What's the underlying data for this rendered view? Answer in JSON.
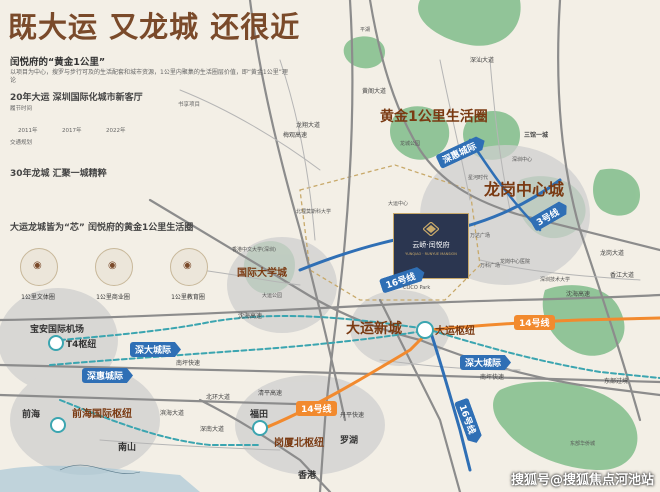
{
  "headline": "既大运 又龙城 还很近",
  "subtitle": "闰悦府的“黄金1公里”",
  "intro": "以项目为中心，搜罗与步行可及的生活配套和城市资源，1公里内聚集的生活圈层价值，即“黄金1公里”理论",
  "section_20yr": {
    "title": "20年大运 深圳国际化城市新客厅",
    "label_timeline": "履节时间",
    "years": [
      "2011年",
      "2017年",
      "2022年"
    ],
    "label_schools": "书享项目",
    "label_traffic": "交通规划"
  },
  "section_30yr": {
    "title": "30年龙城 汇聚一城精粹"
  },
  "section_core": {
    "title": "大运龙城皆为“芯” 闰悦府的黄金1公里生活圈",
    "circles": [
      "1公里文体圈",
      "1公里商业圈",
      "1公里教育圈"
    ]
  },
  "map_labels": {
    "gold_zone": "黄金1公里生活圈",
    "longgang_center": "龙岗中心城",
    "university_town": "国际大学城",
    "dayun_new_city": "大运新城",
    "dayun_hub": "大运枢纽",
    "baoan_airport": "宝安国际机场",
    "t4_hub": "T4枢纽",
    "qianhai": "前海",
    "qianhai_hub": "前海国际枢纽",
    "nanshan": "南山",
    "futian": "福田",
    "gangxia_hub": "岗厦北枢纽",
    "luohu": "罗湖",
    "hongkong": "香港",
    "sanlian": "三馆一城",
    "shenhui_road": "深惠城际",
    "project_name": "云峤·闰悦府",
    "project_sub": "YUNQIAO · RUNYUE MANSION"
  },
  "line_tags": {
    "line16": "16号线",
    "line3": "3号线",
    "line14_east": "14号线",
    "line14_west": "14号线",
    "line16_south": "16号线",
    "sz_dawan_1": "深大城际",
    "sz_dawan_2": "深大城际",
    "shenhui": "深惠城际"
  },
  "roads": {
    "shahai": "沈海高速",
    "shahai_east": "沈海高速",
    "nanping": "南坪快速",
    "nanping_e": "南坪快速",
    "dongbu": "东部过境",
    "shennan": "深南大道",
    "binhai": "滨海大道",
    "beihuan": "北环大道",
    "longgang_blvd": "龙岗大道",
    "danping": "丹平快速",
    "longxiang": "龙翔大道",
    "qingping": "清平高速",
    "meiguan": "梅观高速",
    "huangge": "黄阁大道",
    "shenshan": "深汕大道",
    "xiangjiang": "香江大道"
  },
  "pois": {
    "coco_park": "COCO Park",
    "wanda": "万达广场",
    "beili_school": "北理莫斯科大学",
    "cuhk": "香港中文大学(深圳)",
    "dayun_center": "大运中心",
    "longgang_hospital": "龙岗中心医院",
    "shenzhen_tech": "深圳技术大学",
    "shenzhen_center": "深圳中心",
    "pingshan": "平湖",
    "longcheng_park": "龙城公园",
    "dayun_park": "大运公园",
    "wanke": "万科广场",
    "xinghe": "星河时代",
    "tiger": "东部华侨城"
  },
  "watermark": "搜狐号@搜狐焦点河池站",
  "colors": {
    "headline": "#7a4a2a",
    "accent_brown": "#7a3a12",
    "line_blue": "#2f6fb5",
    "line_orange": "#f28a2e",
    "line_teal": "#3ba5b0",
    "park_green": "#7fb88a",
    "circle_gray": "#d6d6d6",
    "road_gray": "#8c8c8c"
  }
}
